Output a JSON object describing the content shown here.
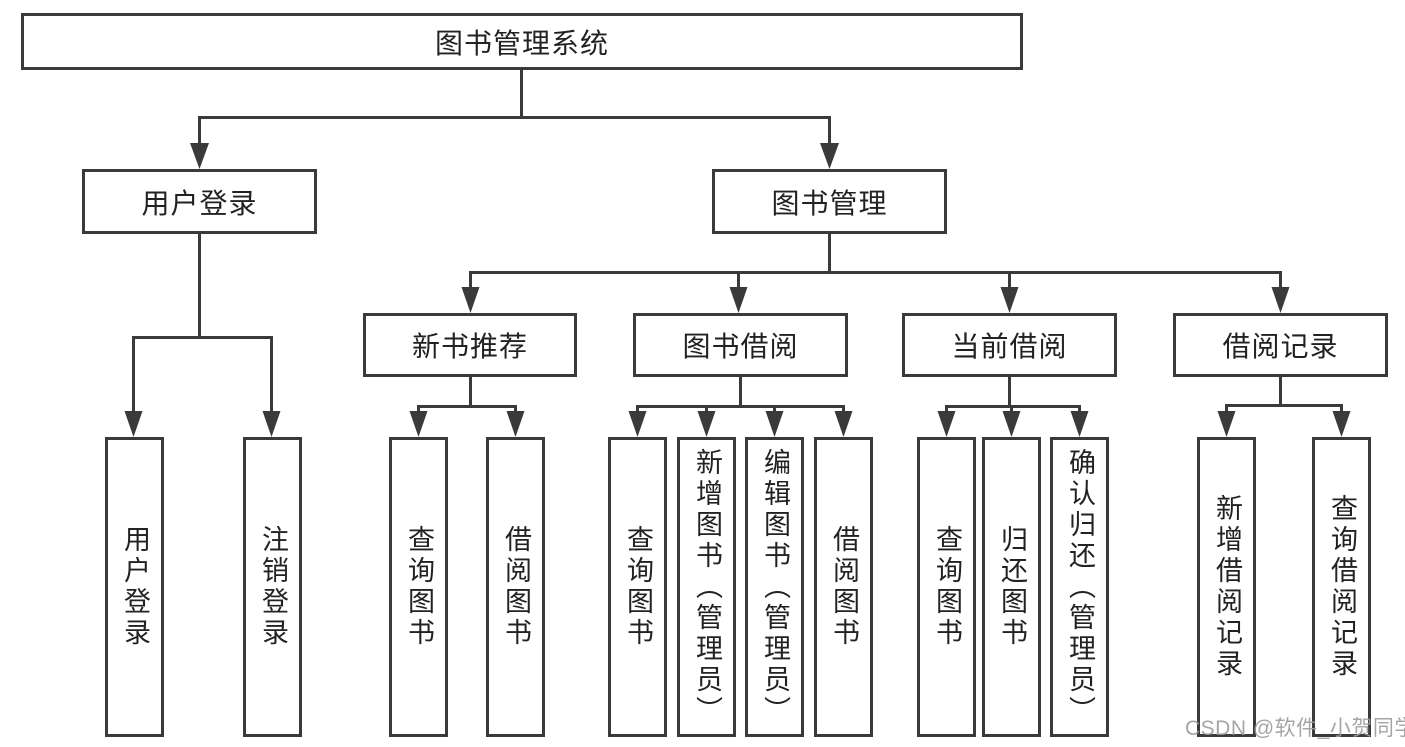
{
  "colors": {
    "line": "#3a3a3a",
    "text": "#222222",
    "background": "#ffffff",
    "watermark": "#9c9c9c"
  },
  "tree": {
    "label": "图书管理系统",
    "children": [
      {
        "label": "用户登录",
        "children": [
          {
            "label": "用户登录"
          },
          {
            "label": "注销登录"
          }
        ]
      },
      {
        "label": "图书管理",
        "children": [
          {
            "label": "新书推荐",
            "children": [
              {
                "label": "查询图书"
              },
              {
                "label": "借阅图书"
              }
            ]
          },
          {
            "label": "图书借阅",
            "children": [
              {
                "label": "查询图书"
              },
              {
                "label": "新增图书（管理员）"
              },
              {
                "label": "编辑图书（管理员）"
              },
              {
                "label": "借阅图书"
              }
            ]
          },
          {
            "label": "当前借阅",
            "children": [
              {
                "label": "查询图书"
              },
              {
                "label": "归还图书"
              },
              {
                "label": "确认归还（管理员）"
              }
            ]
          },
          {
            "label": "借阅记录",
            "children": [
              {
                "label": "新增借阅记录"
              },
              {
                "label": "查询借阅记录"
              }
            ]
          }
        ]
      }
    ]
  },
  "watermark": {
    "text": "CSDN @软件_小贺同学"
  }
}
